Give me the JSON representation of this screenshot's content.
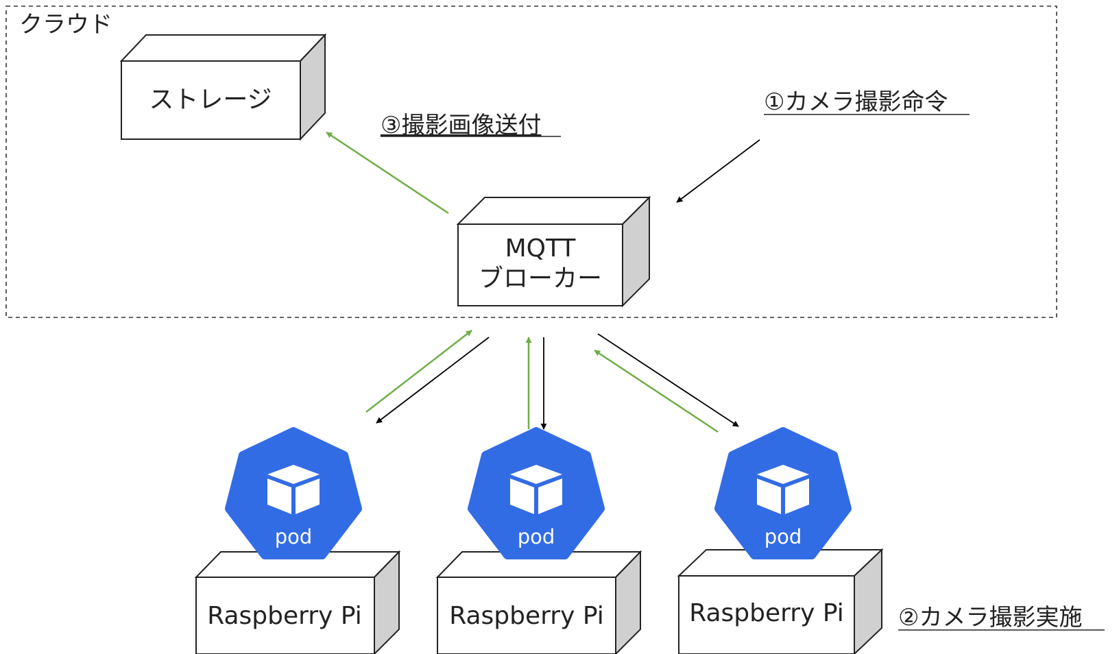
{
  "cloud": {
    "label": "クラウド"
  },
  "storage": {
    "label": "ストレージ"
  },
  "broker": {
    "line1": "MQTT",
    "line2": "ブローカー"
  },
  "annotations": {
    "camera_command": "①カメラ撮影命令",
    "camera_capture": "②カメラ撮影実施",
    "image_send": "③撮影画像送付"
  },
  "nodes": [
    {
      "label": "Raspberry Pi",
      "pod_label": "pod"
    },
    {
      "label": "Raspberry Pi",
      "pod_label": "pod"
    },
    {
      "label": "Raspberry Pi",
      "pod_label": "pod"
    }
  ],
  "colors": {
    "green_arrow": "#70ad47",
    "black_arrow": "#000000",
    "pod_blue": "#326ce5",
    "box_side": "#d0d0d0"
  }
}
